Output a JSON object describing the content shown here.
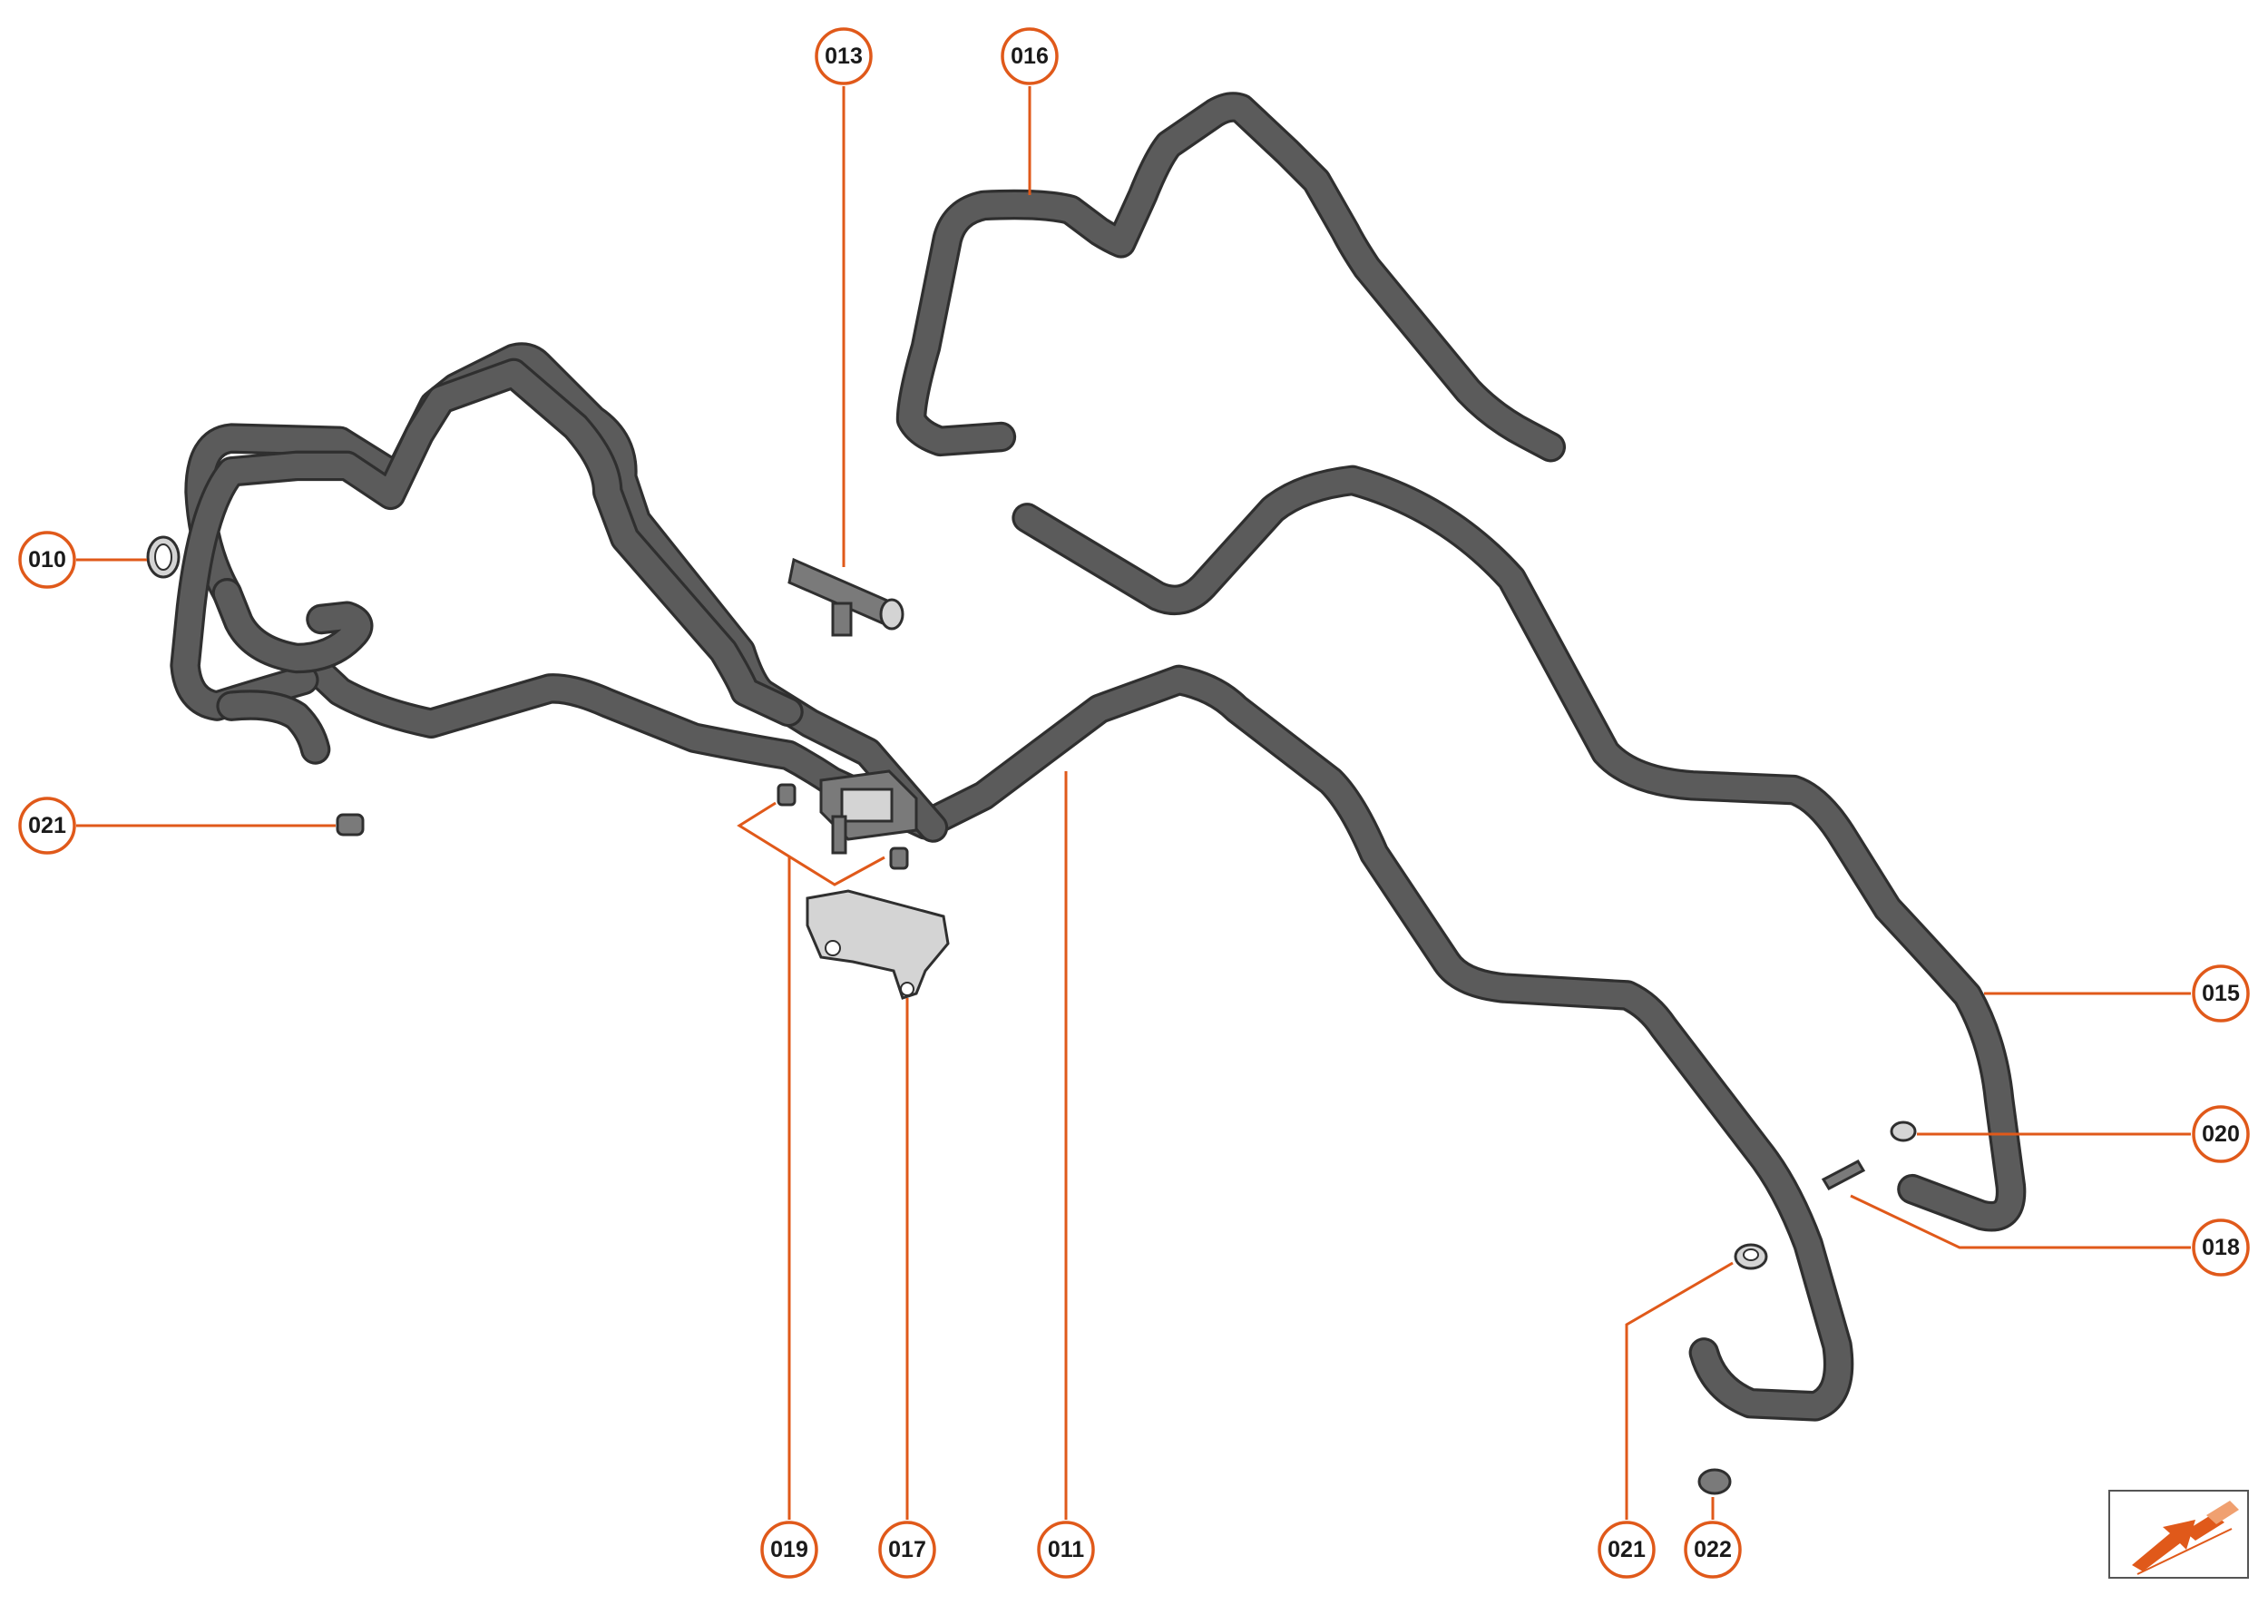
{
  "diagram": {
    "callouts": [
      {
        "id": "010",
        "label": "010"
      },
      {
        "id": "011",
        "label": "011"
      },
      {
        "id": "013",
        "label": "013"
      },
      {
        "id": "015",
        "label": "015"
      },
      {
        "id": "016",
        "label": "016"
      },
      {
        "id": "017",
        "label": "017"
      },
      {
        "id": "018",
        "label": "018"
      },
      {
        "id": "019",
        "label": "019"
      },
      {
        "id": "020",
        "label": "020"
      },
      {
        "id": "021a",
        "label": "021"
      },
      {
        "id": "021b",
        "label": "021"
      },
      {
        "id": "022",
        "label": "022"
      }
    ],
    "colors": {
      "accent": "#e0591a",
      "hose": "#5b5b5b",
      "outline": "#2f2f2f"
    },
    "nav_icon": "direction-arrow-icon"
  }
}
